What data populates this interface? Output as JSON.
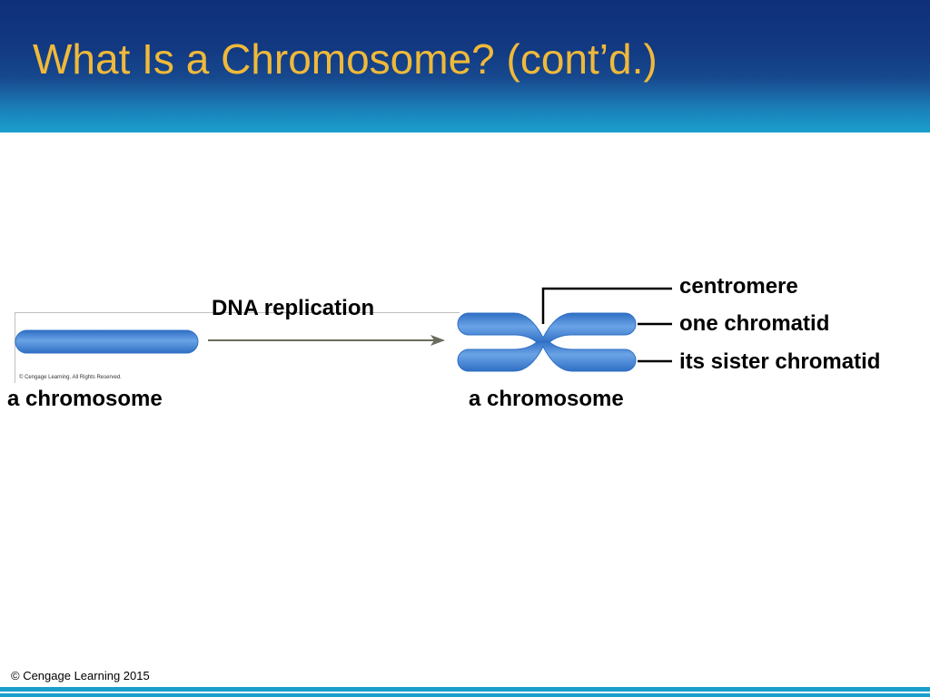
{
  "slide": {
    "title": "What Is a Chromosome? (cont’d.)",
    "copyright": "© Cengage Learning 2015"
  },
  "figure": {
    "credit": "© Cengage Learning. All Rights Reserved.",
    "process_label": "DNA replication",
    "left_caption": "a chromosome",
    "right_caption": "a chromosome",
    "callouts": {
      "centromere": "centromere",
      "one_chromatid": "one chromatid",
      "sister_chromatid": "its sister chromatid"
    }
  },
  "colors": {
    "title": "#f0b93a",
    "header_dark": "#0f2f7a",
    "header_light": "#1aa0cd",
    "chromosome_fill": "#5b93d8",
    "chromosome_edge": "#2f6fc4",
    "arrow": "#6b6b5e",
    "footer_bar": "#1a9fcc"
  }
}
